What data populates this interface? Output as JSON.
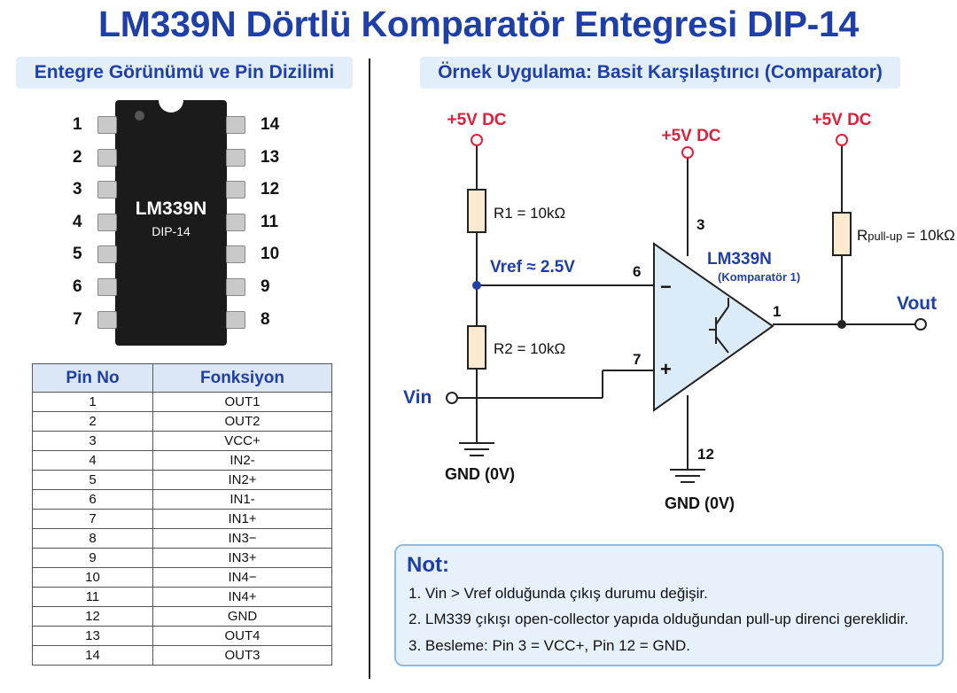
{
  "title": "LM339N Dörtlü Komparatör Entegresi DIP-14",
  "left_header": "Entegre Görünümü ve Pin Dizilimi",
  "right_header": "Örnek Uygulama: Basit Karşılaştırıcı (Comparator)",
  "chip": {
    "name": "LM339N",
    "package": "DIP-14",
    "left_pins": [
      "1",
      "2",
      "3",
      "4",
      "5",
      "6",
      "7"
    ],
    "right_pins": [
      "14",
      "13",
      "12",
      "11",
      "10",
      "9",
      "8"
    ]
  },
  "table": {
    "headers": [
      "Pin No",
      "Fonksiyon"
    ],
    "rows": [
      [
        "1",
        "OUT1"
      ],
      [
        "2",
        "OUT2"
      ],
      [
        "3",
        "VCC+"
      ],
      [
        "4",
        "IN2-"
      ],
      [
        "5",
        "IN2+"
      ],
      [
        "6",
        "IN1-"
      ],
      [
        "7",
        "IN1+"
      ],
      [
        "8",
        "IN3−"
      ],
      [
        "9",
        "IN3+"
      ],
      [
        "10",
        "IN4−"
      ],
      [
        "11",
        "IN4+"
      ],
      [
        "12",
        "GND"
      ],
      [
        "13",
        "OUT4"
      ],
      [
        "14",
        "OUT3"
      ]
    ]
  },
  "circuit": {
    "supply_left": "+5V DC",
    "supply_mid": "+5V DC",
    "supply_right": "+5V DC",
    "r1": "R1 = 10kΩ",
    "r2": "R2 = 10kΩ",
    "rpullup_sub": "pull-up",
    "rpullup_r": "R",
    "rpullup_val": " = 10kΩ",
    "vref": "Vref ≈ 2.5V",
    "vin": "Vin",
    "vout": "Vout",
    "ic_name": "LM339N",
    "ic_sub": "(Komparatör 1)",
    "pin3": "3",
    "pin6": "6",
    "pin7": "7",
    "pin1": "1",
    "pin12": "12",
    "minus": "−",
    "plus": "+",
    "gnd_left": "GND (0V)",
    "gnd_mid": "GND (0V)"
  },
  "note": {
    "title": "Not:",
    "items": [
      "1.  Vin > Vref olduğunda çıkış durumu değişir.",
      "2.  LM339 çıkışı open-collector yapıda olduğundan pull-up direnci gereklidir.",
      "3.  Besleme: Pin 3 = VCC+, Pin 12 = GND."
    ]
  },
  "colors": {
    "title": "#1f3fa8",
    "supply": "#e0203a",
    "net": "#1f3fa8",
    "opamp_fill": "#dcebf8"
  }
}
